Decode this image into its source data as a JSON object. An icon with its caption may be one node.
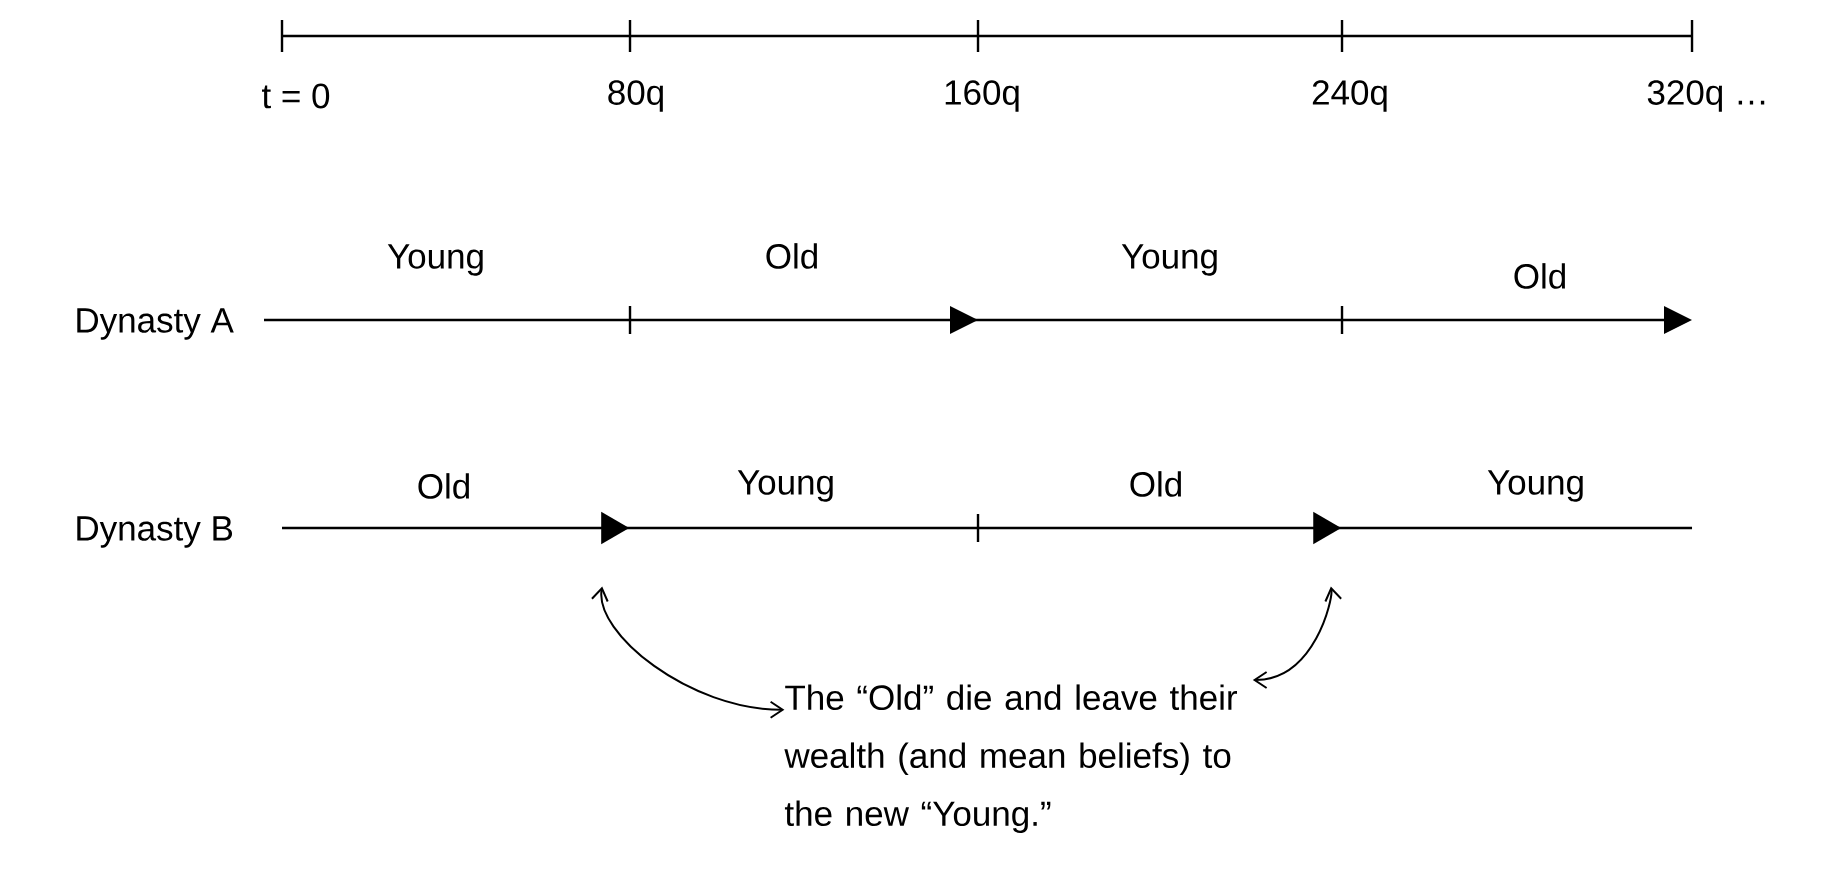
{
  "diagram": {
    "nodes": [
      {
        "text": [],
        "shape": "triangle"
      },
      {
        "text": [],
        "shape": "triangle"
      },
      {
        "text": [
          "The “Old” die and leave their wealth (and mean beliefs) to the new “Young.”"
        ]
      }
    ],
    "edges": [
      {
        "from": 2,
        "to": 0,
        "arrow": "both"
      },
      {
        "from": 2,
        "to": 1,
        "arrow": "both"
      }
    ],
    "labels": [
      "t = 0",
      "80q",
      "160q",
      "240q",
      "320q …",
      "Young",
      "Old",
      "Young",
      "Old",
      "Dynasty A",
      "Old",
      "Young",
      "Old",
      "Young",
      "Dynasty B"
    ]
  }
}
